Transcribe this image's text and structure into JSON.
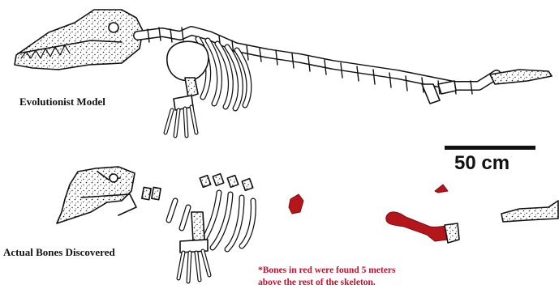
{
  "labels": {
    "model": "Evolutionist Model",
    "actual": "Actual Bones Discovered",
    "scale": "50 cm"
  },
  "note": {
    "line1": "*Bones in red were found 5 meters",
    "line2": "above the rest of the skeleton."
  },
  "colors": {
    "ink": "#111111",
    "bone_fill": "#ffffff",
    "red_bone": "#b5161b",
    "note_text": "#c8102e"
  }
}
